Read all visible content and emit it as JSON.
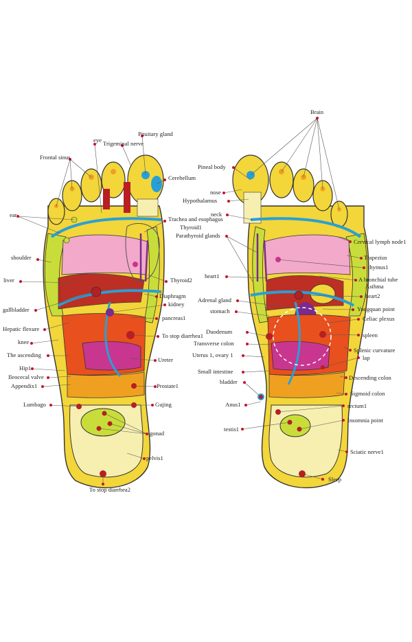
{
  "colors": {
    "yellow": "#f2d63a",
    "pale_yellow": "#f7efb0",
    "lime": "#c9dd3a",
    "orange": "#f0a020",
    "red_orange": "#e8501e",
    "pink": "#f3a9c9",
    "magenta": "#c8368f",
    "purple": "#7b2a90",
    "blue": "#2a9fd6",
    "dark_red": "#b81e22",
    "brown": "#a0522d",
    "leader_dot": "#c8102e"
  },
  "left_foot": {
    "labels": {
      "frontal_sinus": "Frontal sinus",
      "eye": "eye",
      "trigeminal_nerve": "Trigeminal nerve",
      "pituitary_gland": "Pituitary gland",
      "cerebellum": "Cerebellum",
      "ear": "ear",
      "trachea": "Trachea and esophagus",
      "thyroid1": "Thyroid1",
      "shoulder": "shoulder",
      "liver": "liver",
      "thyroid2": "Thyroid2",
      "diaphragm": "Diaphragm",
      "kidney": "kidney",
      "gallbladder": "gallbladder",
      "pancreas": "pancreas1",
      "hepatic": "Hepatic flexure",
      "to_stop_diarrhea1": "To stop diarrhea1",
      "knee": "knee",
      "ascending": "The ascending",
      "ureter": "Ureter",
      "hip": "Hip1",
      "ileocecal": "Ileocecal valve",
      "appendix": "Appendix1",
      "prostate": "Prostate1",
      "lumbago": "Lumbago",
      "gujing": "Gujing",
      "gonad": "gonad",
      "pelvis": "pelvis1",
      "to_stop_diarrhea2": "To stop diarrhea2"
    }
  },
  "right_foot": {
    "labels": {
      "brain": "Brain",
      "pineal": "Pineal body",
      "nose": "nose",
      "hypothalamus": "Hypothalamus",
      "neck": "neck",
      "parathyroid": "Parathyroid glands",
      "cervical": "Cervical lymph node1",
      "trapezius": "Trapezius",
      "thymus": "thymus1",
      "bronchial": "A bronchial tube",
      "asthma": "Asthma",
      "heart1": "heart1",
      "heart2": "heart2",
      "adrenal": "Adrenal gland",
      "stomach": "stomach",
      "yongquan": "Yongquan point",
      "celiac": "Celiac plexus",
      "duodenum": "Duodenum",
      "spleen": "spleen",
      "transverse": "Transverse colon",
      "splenic": "Splenic curvature",
      "uterus": "Uterus 1, ovary 1",
      "lap": "lap",
      "small_intestine": "Small intestine",
      "descending": "Descending colon",
      "bladder": "bladder",
      "sigmoid": "Sigmoid colon",
      "anus": "Anus1",
      "rectum": "rectum1",
      "insomnia": "Insomnia point",
      "testis": "testis1",
      "sciatic": "Sciatic nerve1",
      "sleep": "Sleep"
    }
  }
}
